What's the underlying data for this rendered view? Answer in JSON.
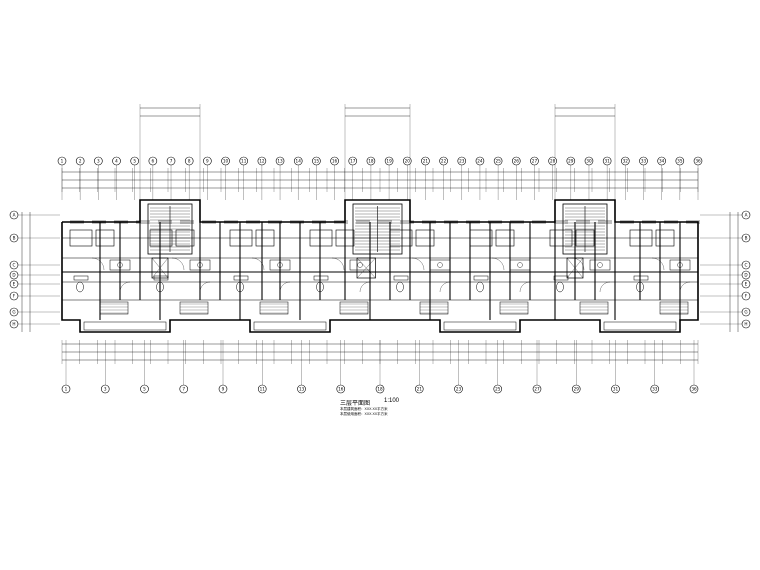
{
  "drawing": {
    "title": "三层平面图",
    "scale": "1:100",
    "notes": [
      "本层建筑面积：XXX.XX平方米",
      "本层使用面积：XXX.XX平方米"
    ]
  },
  "axes": {
    "top_labels": [
      "1",
      "2",
      "3",
      "4",
      "5",
      "6",
      "7",
      "8",
      "9",
      "10",
      "11",
      "12",
      "13",
      "14",
      "15",
      "16",
      "17",
      "18",
      "19",
      "20",
      "21",
      "22",
      "23",
      "24",
      "25",
      "26",
      "27",
      "28",
      "29",
      "30",
      "31",
      "32",
      "33",
      "34",
      "35",
      "36"
    ],
    "bottom_labels": [
      "1",
      "3",
      "5",
      "7",
      "9",
      "11",
      "13",
      "16",
      "18",
      "21",
      "23",
      "25",
      "27",
      "29",
      "31",
      "33",
      "36"
    ],
    "side_labels": [
      "A",
      "B",
      "C",
      "D",
      "E",
      "F",
      "G",
      "H"
    ]
  },
  "colors": {
    "line": "#000000",
    "hatch": "#1a1a1a",
    "background": "#ffffff"
  }
}
